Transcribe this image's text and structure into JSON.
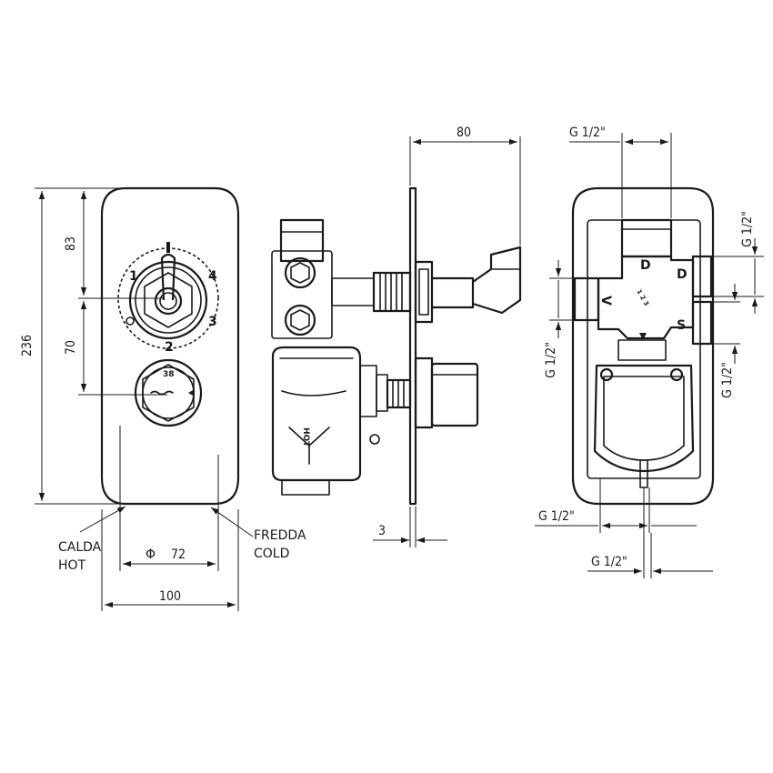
{
  "front_view": {
    "dims": {
      "total_height": "236",
      "top_to_upper_axis": "83",
      "axis_spacing": "70",
      "plate_width": "100",
      "knob_diameter": "72"
    },
    "dial_numbers": [
      "1",
      "4",
      "3",
      "2"
    ],
    "knob_label": "38",
    "calda": "CALDA",
    "hot": "HOT",
    "fredda": "FREDDA",
    "cold": "COLD"
  },
  "side_view": {
    "dims": {
      "depth": "80",
      "plate_thickness": "3"
    },
    "body_label": "HOT"
  },
  "rear_view": {
    "thread_labels": {
      "top": "G 1/2\"",
      "right_upper": "G 1/2\"",
      "left_mid": "G 1/2\"",
      "right_lower": "G 1/2\"",
      "bottom_1": "G 1/2\"",
      "bottom_2": "G 1/2\""
    },
    "port_labels": {
      "top": "D",
      "right": "D",
      "left": "V",
      "bottom_right": "S"
    },
    "center_marks": "1 2 3"
  }
}
